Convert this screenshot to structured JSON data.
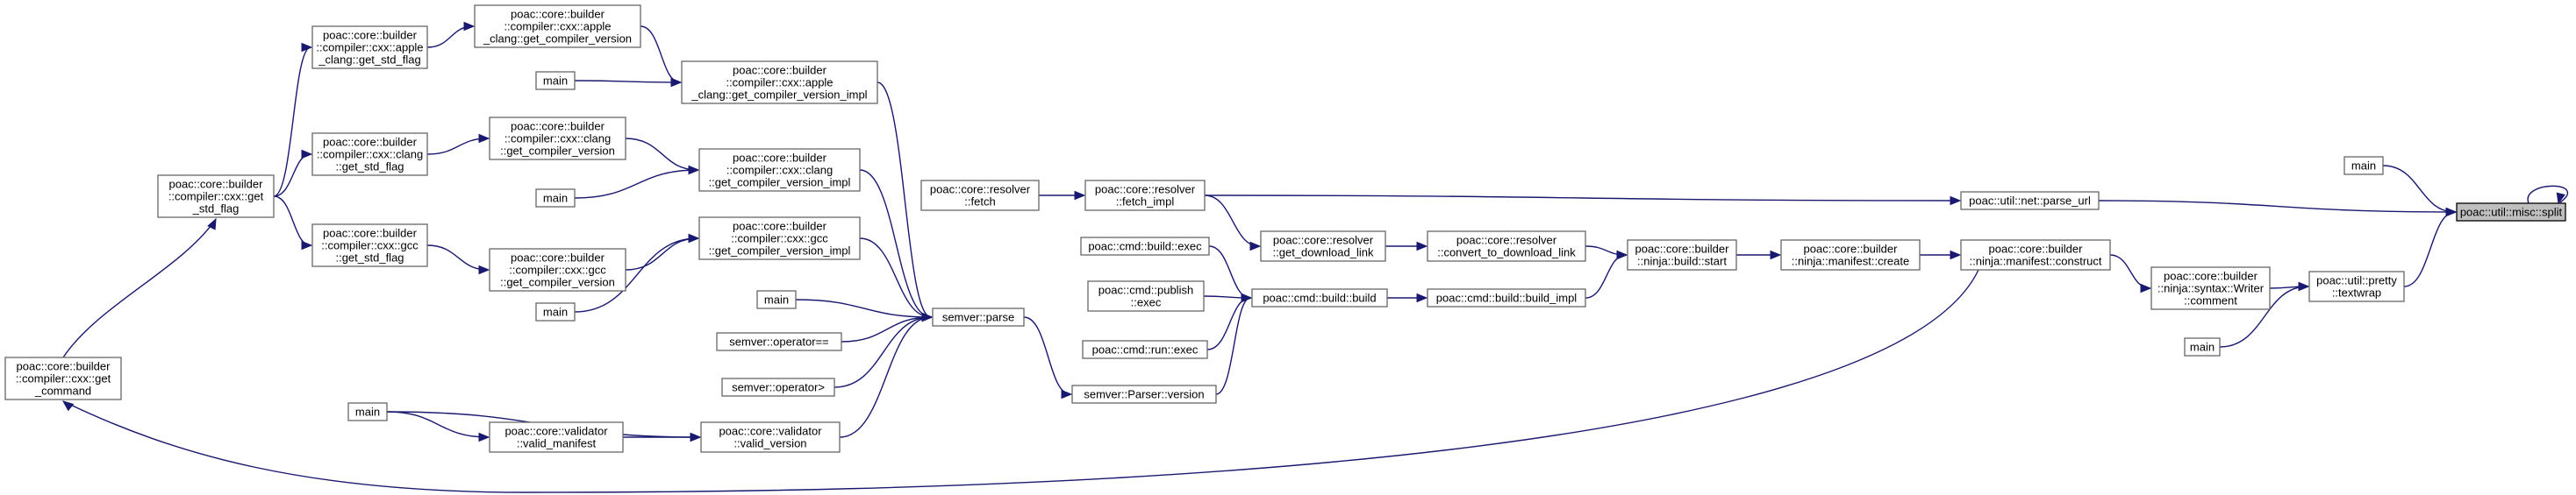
{
  "graph": {
    "colors": {
      "edge": "#191970",
      "node_border": "#666666",
      "node_fill": "#ffffff",
      "highlight_fill": "#bfbfbf"
    },
    "nodes": [
      {
        "id": "split",
        "lines": [
          "poac::util::misc::split"
        ],
        "highlight": true
      },
      {
        "id": "main1",
        "lines": [
          "main"
        ]
      },
      {
        "id": "parse_url",
        "lines": [
          "poac::util::net::parse_url"
        ]
      },
      {
        "id": "textwrap",
        "lines": [
          "poac::util::pretty",
          "::textwrap"
        ]
      },
      {
        "id": "writer_comment",
        "lines": [
          "poac::core::builder",
          "::ninja::syntax::Writer",
          "::comment"
        ]
      },
      {
        "id": "main2",
        "lines": [
          "main"
        ]
      },
      {
        "id": "manifest_construct",
        "lines": [
          "poac::core::builder",
          "::ninja::manifest::construct"
        ]
      },
      {
        "id": "manifest_create",
        "lines": [
          "poac::core::builder",
          "::ninja::manifest::create"
        ]
      },
      {
        "id": "ninja_build_start",
        "lines": [
          "poac::core::builder",
          "::ninja::build::start"
        ]
      },
      {
        "id": "convert_to_download_link",
        "lines": [
          "poac::core::resolver",
          "::convert_to_download_link"
        ]
      },
      {
        "id": "build_impl",
        "lines": [
          "poac::cmd::build::build_impl"
        ]
      },
      {
        "id": "get_download_link",
        "lines": [
          "poac::core::resolver",
          "::get_download_link"
        ]
      },
      {
        "id": "fetch_impl",
        "lines": [
          "poac::core::resolver",
          "::fetch_impl"
        ]
      },
      {
        "id": "fetch",
        "lines": [
          "poac::core::resolver",
          "::fetch"
        ]
      },
      {
        "id": "cmd_build_build",
        "lines": [
          "poac::cmd::build::build"
        ]
      },
      {
        "id": "cmd_build_exec",
        "lines": [
          "poac::cmd::build::exec"
        ]
      },
      {
        "id": "publish_exec",
        "lines": [
          "poac::cmd::publish",
          "::exec"
        ]
      },
      {
        "id": "run_exec",
        "lines": [
          "poac::cmd::run::exec"
        ]
      },
      {
        "id": "parser_version",
        "lines": [
          "semver::Parser::version"
        ]
      },
      {
        "id": "semver_parse",
        "lines": [
          "semver::parse"
        ]
      },
      {
        "id": "op_eq",
        "lines": [
          "semver::operator=="
        ]
      },
      {
        "id": "op_gt",
        "lines": [
          "semver::operator>"
        ]
      },
      {
        "id": "main_sp",
        "lines": [
          "main"
        ]
      },
      {
        "id": "valid_version",
        "lines": [
          "poac::core::validator",
          "::valid_version"
        ]
      },
      {
        "id": "valid_manifest",
        "lines": [
          "poac::core::validator",
          "::valid_manifest"
        ]
      },
      {
        "id": "main_vm",
        "lines": [
          "main"
        ]
      },
      {
        "id": "apple_impl",
        "lines": [
          "poac::core::builder",
          "::compiler::cxx::apple",
          "_clang::get_compiler_version_impl"
        ]
      },
      {
        "id": "clang_impl",
        "lines": [
          "poac::core::builder",
          "::compiler::cxx::clang",
          "::get_compiler_version_impl"
        ]
      },
      {
        "id": "gcc_impl",
        "lines": [
          "poac::core::builder",
          "::compiler::cxx::gcc",
          "::get_compiler_version_impl"
        ]
      },
      {
        "id": "apple_ver",
        "lines": [
          "poac::core::builder",
          "::compiler::cxx::apple",
          "_clang::get_compiler_version"
        ]
      },
      {
        "id": "main_ap",
        "lines": [
          "main"
        ]
      },
      {
        "id": "clang_ver",
        "lines": [
          "poac::core::builder",
          "::compiler::cxx::clang",
          "::get_compiler_version"
        ]
      },
      {
        "id": "main_cl",
        "lines": [
          "main"
        ]
      },
      {
        "id": "gcc_ver",
        "lines": [
          "poac::core::builder",
          "::compiler::cxx::gcc",
          "::get_compiler_version"
        ]
      },
      {
        "id": "main_gc",
        "lines": [
          "main"
        ]
      },
      {
        "id": "apple_std",
        "lines": [
          "poac::core::builder",
          "::compiler::cxx::apple",
          "_clang::get_std_flag"
        ]
      },
      {
        "id": "clang_std",
        "lines": [
          "poac::core::builder",
          "::compiler::cxx::clang",
          "::get_std_flag"
        ]
      },
      {
        "id": "gcc_std",
        "lines": [
          "poac::core::builder",
          "::compiler::cxx::gcc",
          "::get_std_flag"
        ]
      },
      {
        "id": "cxx_get_std",
        "lines": [
          "poac::core::builder",
          "::compiler::cxx::get",
          "_std_flag"
        ]
      },
      {
        "id": "cxx_get_command",
        "lines": [
          "poac::core::builder",
          "::compiler::cxx::get",
          "_command"
        ]
      }
    ],
    "edges": [
      {
        "from": "split",
        "to": "split"
      },
      {
        "from": "split",
        "to": "main1"
      },
      {
        "from": "split",
        "to": "parse_url"
      },
      {
        "from": "split",
        "to": "textwrap"
      },
      {
        "from": "textwrap",
        "to": "writer_comment"
      },
      {
        "from": "textwrap",
        "to": "main2"
      },
      {
        "from": "writer_comment",
        "to": "manifest_construct"
      },
      {
        "from": "manifest_construct",
        "to": "manifest_create"
      },
      {
        "from": "manifest_construct",
        "to": "cxx_get_command"
      },
      {
        "from": "manifest_create",
        "to": "ninja_build_start"
      },
      {
        "from": "ninja_build_start",
        "to": "convert_to_download_link"
      },
      {
        "from": "ninja_build_start",
        "to": "build_impl"
      },
      {
        "from": "convert_to_download_link",
        "to": "get_download_link"
      },
      {
        "from": "get_download_link",
        "to": "fetch_impl"
      },
      {
        "from": "parse_url",
        "to": "fetch_impl"
      },
      {
        "from": "fetch_impl",
        "to": "fetch"
      },
      {
        "from": "build_impl",
        "to": "cmd_build_build"
      },
      {
        "from": "cmd_build_build",
        "to": "cmd_build_exec"
      },
      {
        "from": "cmd_build_build",
        "to": "publish_exec"
      },
      {
        "from": "cmd_build_build",
        "to": "run_exec"
      },
      {
        "from": "cmd_build_build",
        "to": "parser_version"
      },
      {
        "from": "parser_version",
        "to": "semver_parse"
      },
      {
        "from": "semver_parse",
        "to": "apple_impl"
      },
      {
        "from": "semver_parse",
        "to": "clang_impl"
      },
      {
        "from": "semver_parse",
        "to": "gcc_impl"
      },
      {
        "from": "semver_parse",
        "to": "main_sp"
      },
      {
        "from": "semver_parse",
        "to": "op_eq"
      },
      {
        "from": "semver_parse",
        "to": "op_gt"
      },
      {
        "from": "semver_parse",
        "to": "valid_version"
      },
      {
        "from": "valid_version",
        "to": "valid_manifest"
      },
      {
        "from": "valid_version",
        "to": "main_vm"
      },
      {
        "from": "valid_manifest",
        "to": "main_vm"
      },
      {
        "from": "apple_impl",
        "to": "apple_ver"
      },
      {
        "from": "apple_impl",
        "to": "main_ap"
      },
      {
        "from": "clang_impl",
        "to": "clang_ver"
      },
      {
        "from": "clang_impl",
        "to": "main_cl"
      },
      {
        "from": "gcc_impl",
        "to": "gcc_ver"
      },
      {
        "from": "gcc_impl",
        "to": "main_gc"
      },
      {
        "from": "apple_ver",
        "to": "apple_std"
      },
      {
        "from": "clang_ver",
        "to": "clang_std"
      },
      {
        "from": "gcc_ver",
        "to": "gcc_std"
      },
      {
        "from": "apple_std",
        "to": "cxx_get_std"
      },
      {
        "from": "clang_std",
        "to": "cxx_get_std"
      },
      {
        "from": "gcc_std",
        "to": "cxx_get_std"
      },
      {
        "from": "cxx_get_std",
        "to": "cxx_get_command"
      }
    ]
  }
}
